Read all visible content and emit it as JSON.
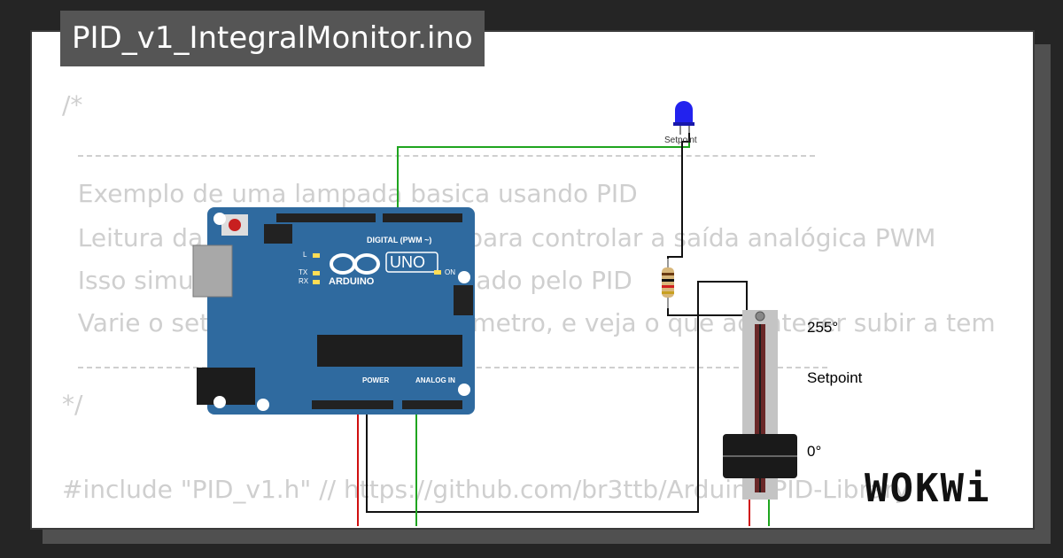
{
  "window": {
    "title": "PID_v1_IntegralMonitor.ino"
  },
  "code_lines": [
    "/*",
    "  Exemplo de uma lampada basica usando PID",
    "  Leitura da entrada analógica 0 para controlar a saída analógica PWM",
    "  Isso simula um sistema comandado pelo PID",
    "  Varie o setpoint com o potenciômetro, e veja o que acontecer subir a tem",
    "*/",
    "#include \"PID_v1.h\" // https://github.com/br3ttb/Arduino-PID-Library"
  ],
  "components": {
    "led_label": "Setpoint",
    "slider_max_label": "255°",
    "slider_name_label": "Setpoint",
    "slider_min_label": "0°"
  },
  "arduino": {
    "model_label": "UNO",
    "brand_label": "ARDUINO",
    "digital_header_label": "DIGITAL (PWM ~)",
    "power_label": "POWER",
    "analog_label": "ANALOG IN",
    "on_label": "ON",
    "tx_label": "TX",
    "rx_label": "RX",
    "l_label": "L"
  },
  "brand": {
    "logo_text": "WOKWi"
  },
  "colors": {
    "board_blue": "#2f6a9f",
    "wire_green": "#1fa51f",
    "wire_red": "#d01010",
    "wire_black": "#111111",
    "led_blue": "#2222ee",
    "code_gray": "#cfcfcf"
  }
}
